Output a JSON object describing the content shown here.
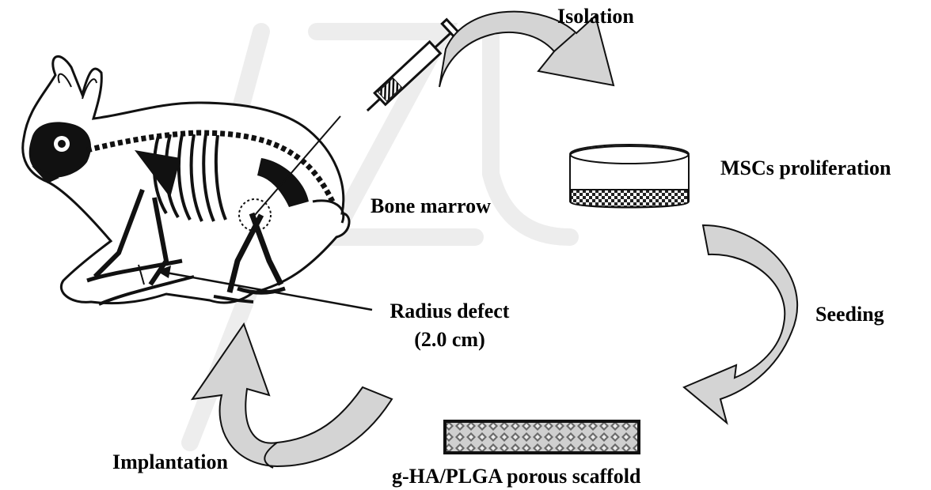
{
  "labels": {
    "isolation": "Isolation",
    "bone_marrow": "Bone marrow",
    "mscs_proliferation": "MSCs proliferation",
    "seeding": "Seeding",
    "radius_defect_line1": "Radius defect",
    "radius_defect_line2": "(2.0 cm)",
    "implantation": "Implantation",
    "scaffold": "g-HA/PLGA porous scaffold"
  },
  "colors": {
    "arrow_fill": "#d4d4d4",
    "ink": "#000000",
    "watermark": "#ececec"
  }
}
